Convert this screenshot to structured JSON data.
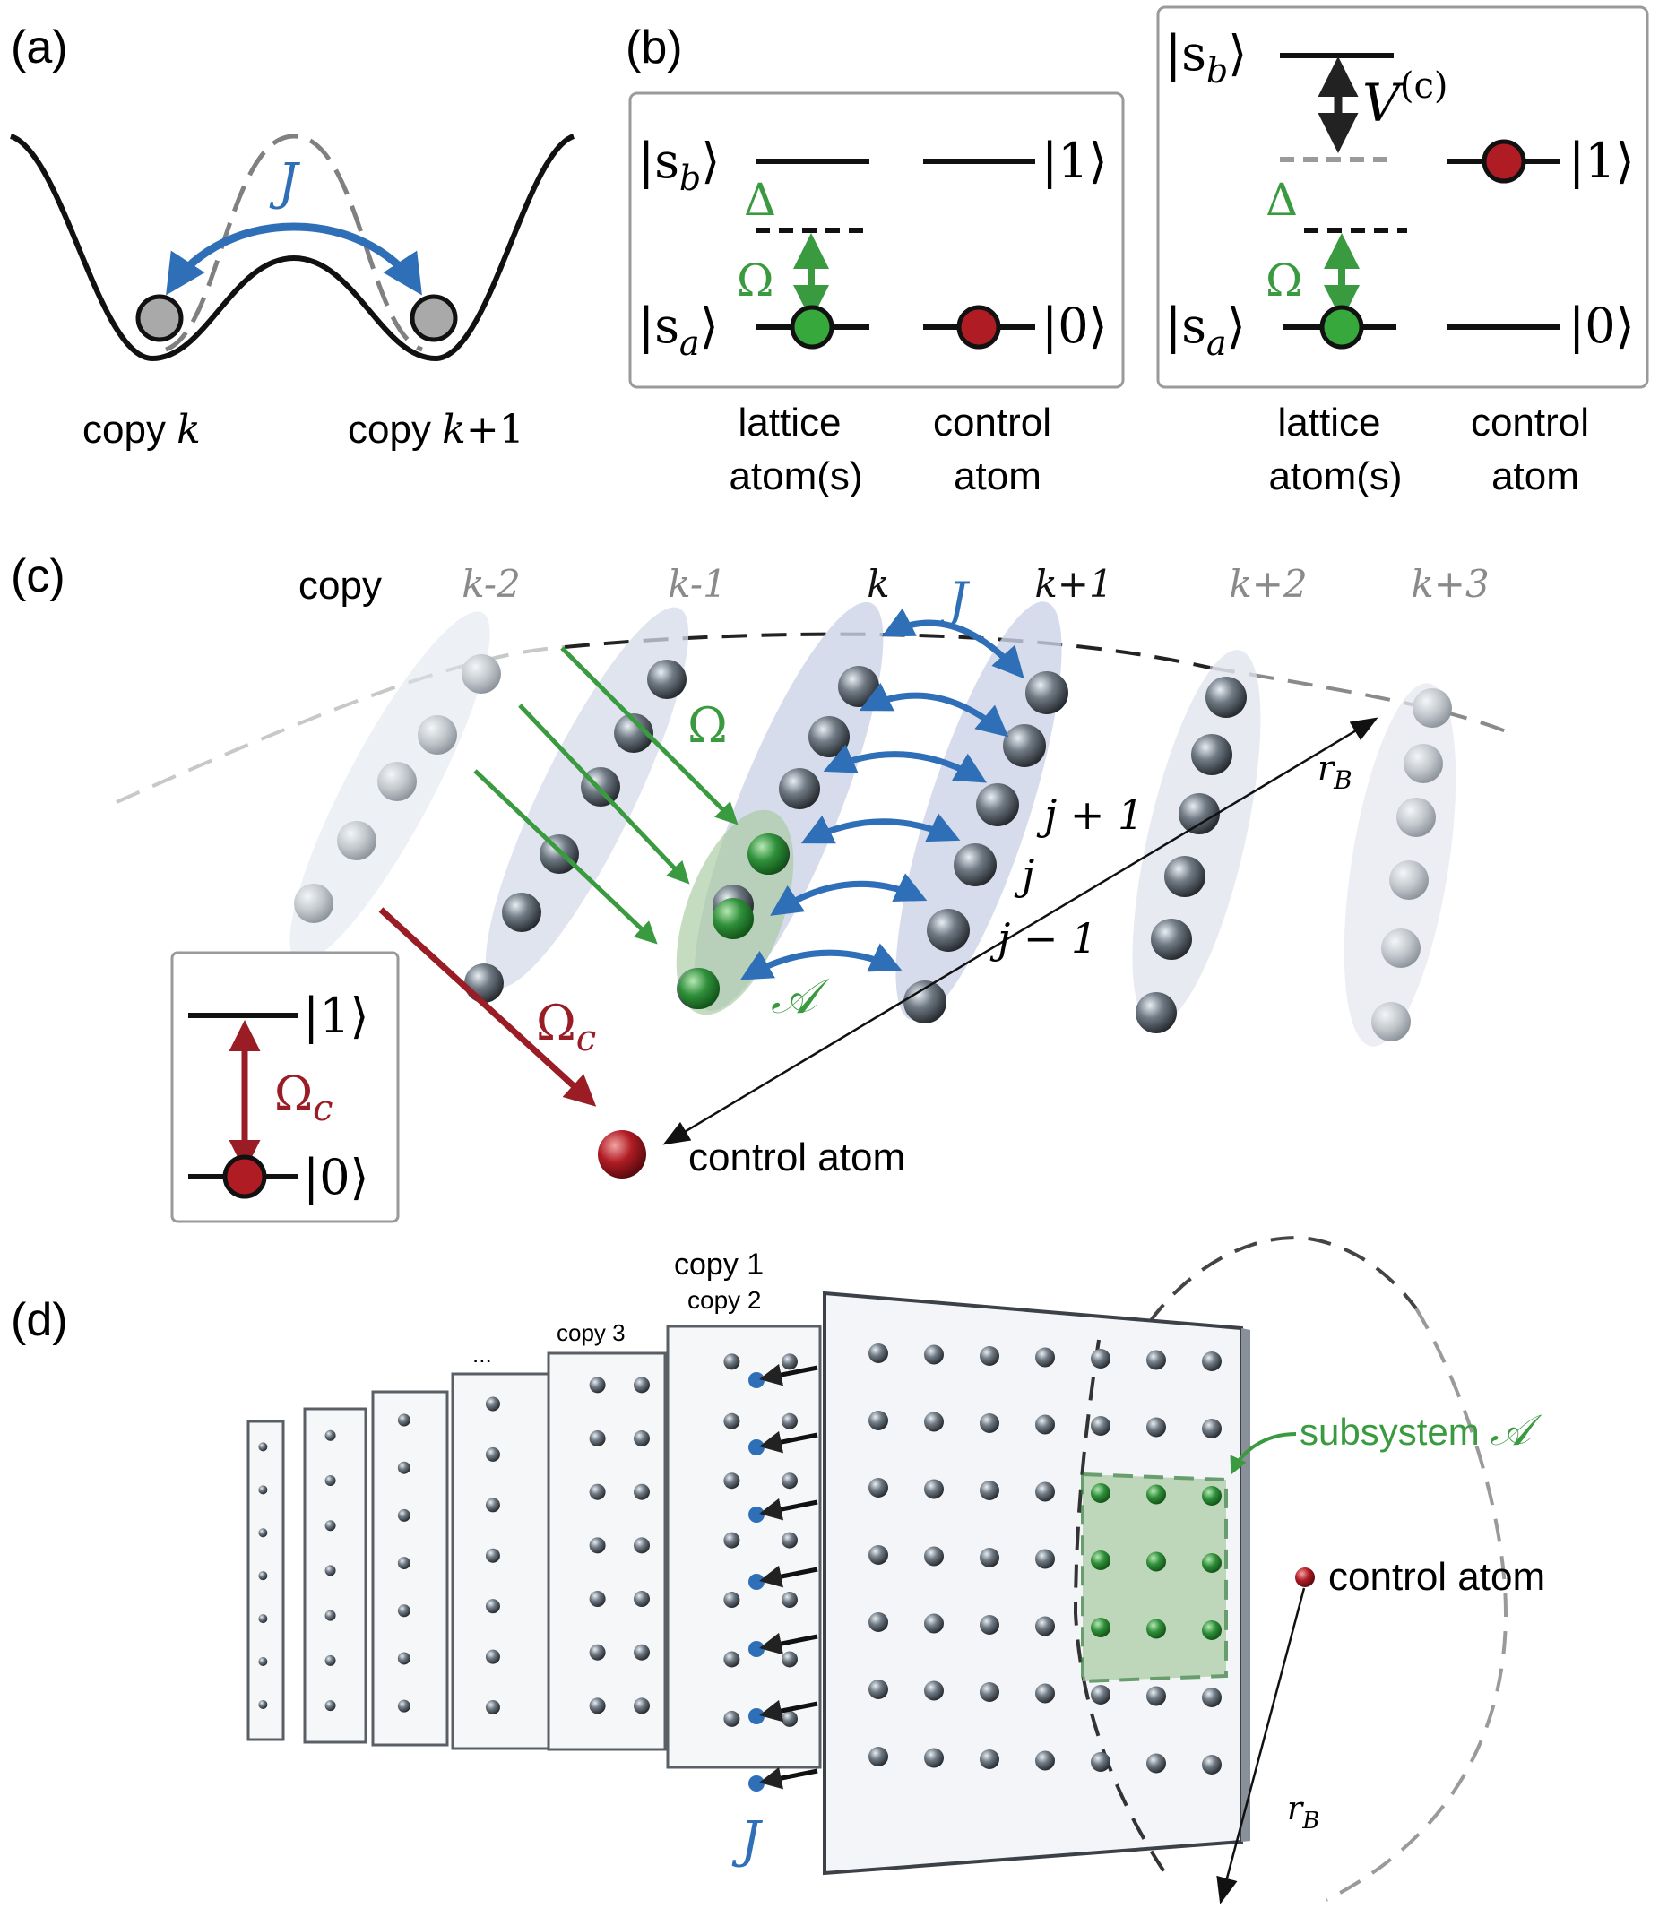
{
  "panel_a": {
    "label": "(a)",
    "J": "J",
    "copy_k_prefix": "copy ",
    "copy_k_var": "k",
    "copy_k1_prefix": "copy ",
    "copy_k1_var": "k",
    "copy_k1_suffix": "+1"
  },
  "panel_b": {
    "label": "(b)",
    "left": {
      "sb": "|s",
      "sb_sub": "b",
      "sa": "|s",
      "sa_sub": "a",
      "ket1": "|1⟩",
      "ket0": "|0⟩",
      "delta": "Δ",
      "omega": "Ω"
    },
    "right": {
      "sb": "|s",
      "sb_sub": "b",
      "sa": "|s",
      "sa_sub": "a",
      "ket1": "|1⟩",
      "ket0": "|0⟩",
      "delta": "Δ",
      "omega": "Ω",
      "V": "V",
      "V_sup": "(c)"
    },
    "lattice_label_1": "lattice",
    "lattice_label_2": "atom(s)",
    "control_label_1": "control",
    "control_label_2": "atom"
  },
  "panel_c": {
    "label": "(c)",
    "copy_word": "copy",
    "copy_labels": [
      "k-2",
      "k-1",
      "k",
      "k+1",
      "k+2",
      "k+3"
    ],
    "J": "J",
    "omega": "Ω",
    "omega_c": "Ω",
    "omega_c_sub": "c",
    "A": "𝒜",
    "j_plus": "j + 1",
    "j": "j",
    "j_minus": "j − 1",
    "rB": "r",
    "rB_sub": "B",
    "control_atom": "control atom",
    "inset": {
      "ket1": "|1⟩",
      "ket0": "|0⟩",
      "omega_c": "Ω",
      "omega_c_sub": "c"
    }
  },
  "panel_d": {
    "label": "(d)",
    "copy1": "copy 1",
    "copy2": "copy 2",
    "copy3": "copy 3",
    "dots": "...",
    "subsystem": "subsystem ",
    "subsystem_A": "𝒜",
    "control_atom": "control atom",
    "rB": "r",
    "rB_sub": "B",
    "J": "J"
  },
  "colors": {
    "blue": "#2f6fb8",
    "green": "#3a9a40",
    "red": "#b0202a",
    "gray": "#8a8a8a"
  }
}
